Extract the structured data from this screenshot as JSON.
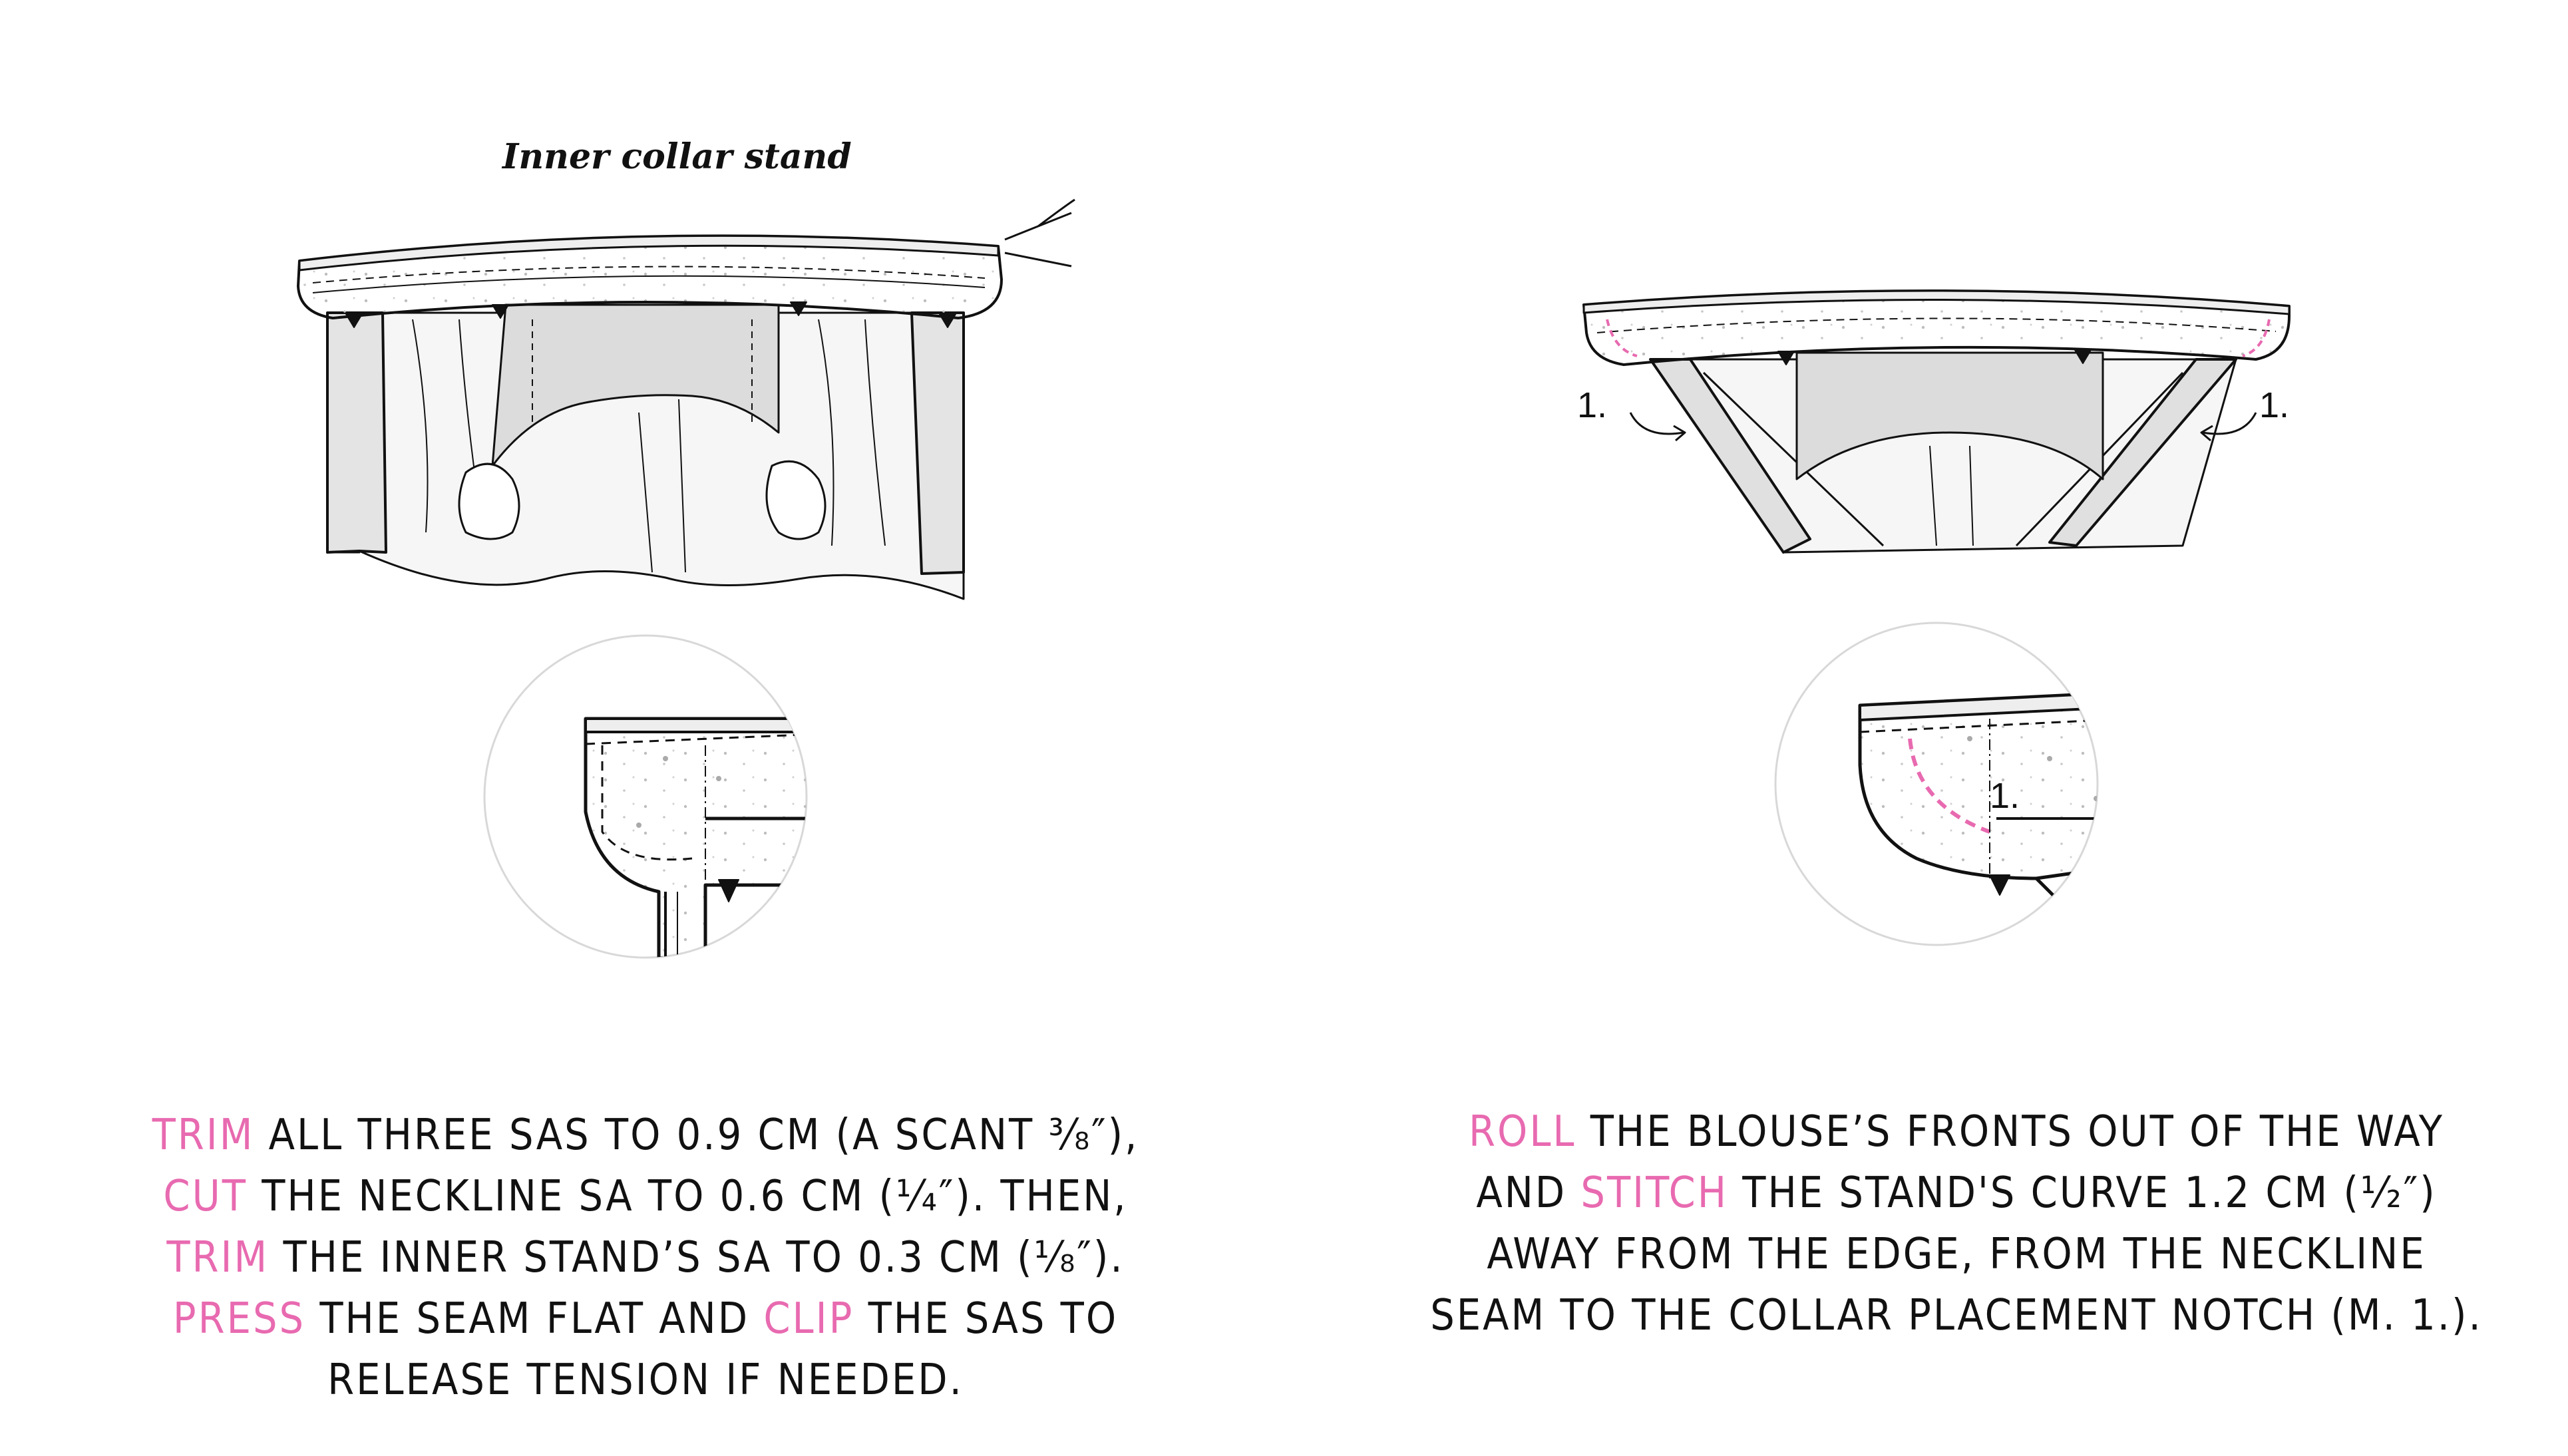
{
  "colors": {
    "accent": "#e86ab0",
    "line": "#111111",
    "fabric": "#e6e6e6",
    "fabric_light": "#f2f2f2"
  },
  "left": {
    "label": "Inner collar stand",
    "instructions": [
      [
        {
          "t": "TRIM",
          "accent": true
        },
        {
          "t": " ALL THREE SAS TO 0.9 CM (A SCANT ³⁄₈″),",
          "accent": false
        }
      ],
      [
        {
          "t": "CUT",
          "accent": true
        },
        {
          "t": " THE NECKLINE SA TO 0.6 CM (¹⁄₄″). THEN,",
          "accent": false
        }
      ],
      [
        {
          "t": "TRIM",
          "accent": true
        },
        {
          "t": " THE INNER STAND’S SA TO 0.3 CM (¹⁄₈″).",
          "accent": false
        }
      ],
      [
        {
          "t": "PRESS",
          "accent": true
        },
        {
          "t": " THE SEAM FLAT AND ",
          "accent": false
        },
        {
          "t": "CLIP",
          "accent": true
        },
        {
          "t": " THE SAS TO",
          "accent": false
        }
      ],
      [
        {
          "t": "RELEASE TENSION IF NEEDED.",
          "accent": false
        }
      ]
    ]
  },
  "right": {
    "markers": [
      "1.",
      "1.",
      "1."
    ],
    "instructions": [
      [
        {
          "t": "ROLL",
          "accent": true
        },
        {
          "t": " THE BLOUSE’S FRONTS OUT OF THE WAY",
          "accent": false
        }
      ],
      [
        {
          "t": "AND ",
          "accent": false
        },
        {
          "t": "STITCH",
          "accent": true
        },
        {
          "t": " THE STAND'S CURVE 1.2 CM (¹⁄₂″)",
          "accent": false
        }
      ],
      [
        {
          "t": "AWAY FROM THE EDGE, FROM THE NECKLINE",
          "accent": false
        }
      ],
      [
        {
          "t": "SEAM TO THE COLLAR PLACEMENT NOTCH (M. 1.).",
          "accent": false
        }
      ]
    ]
  }
}
